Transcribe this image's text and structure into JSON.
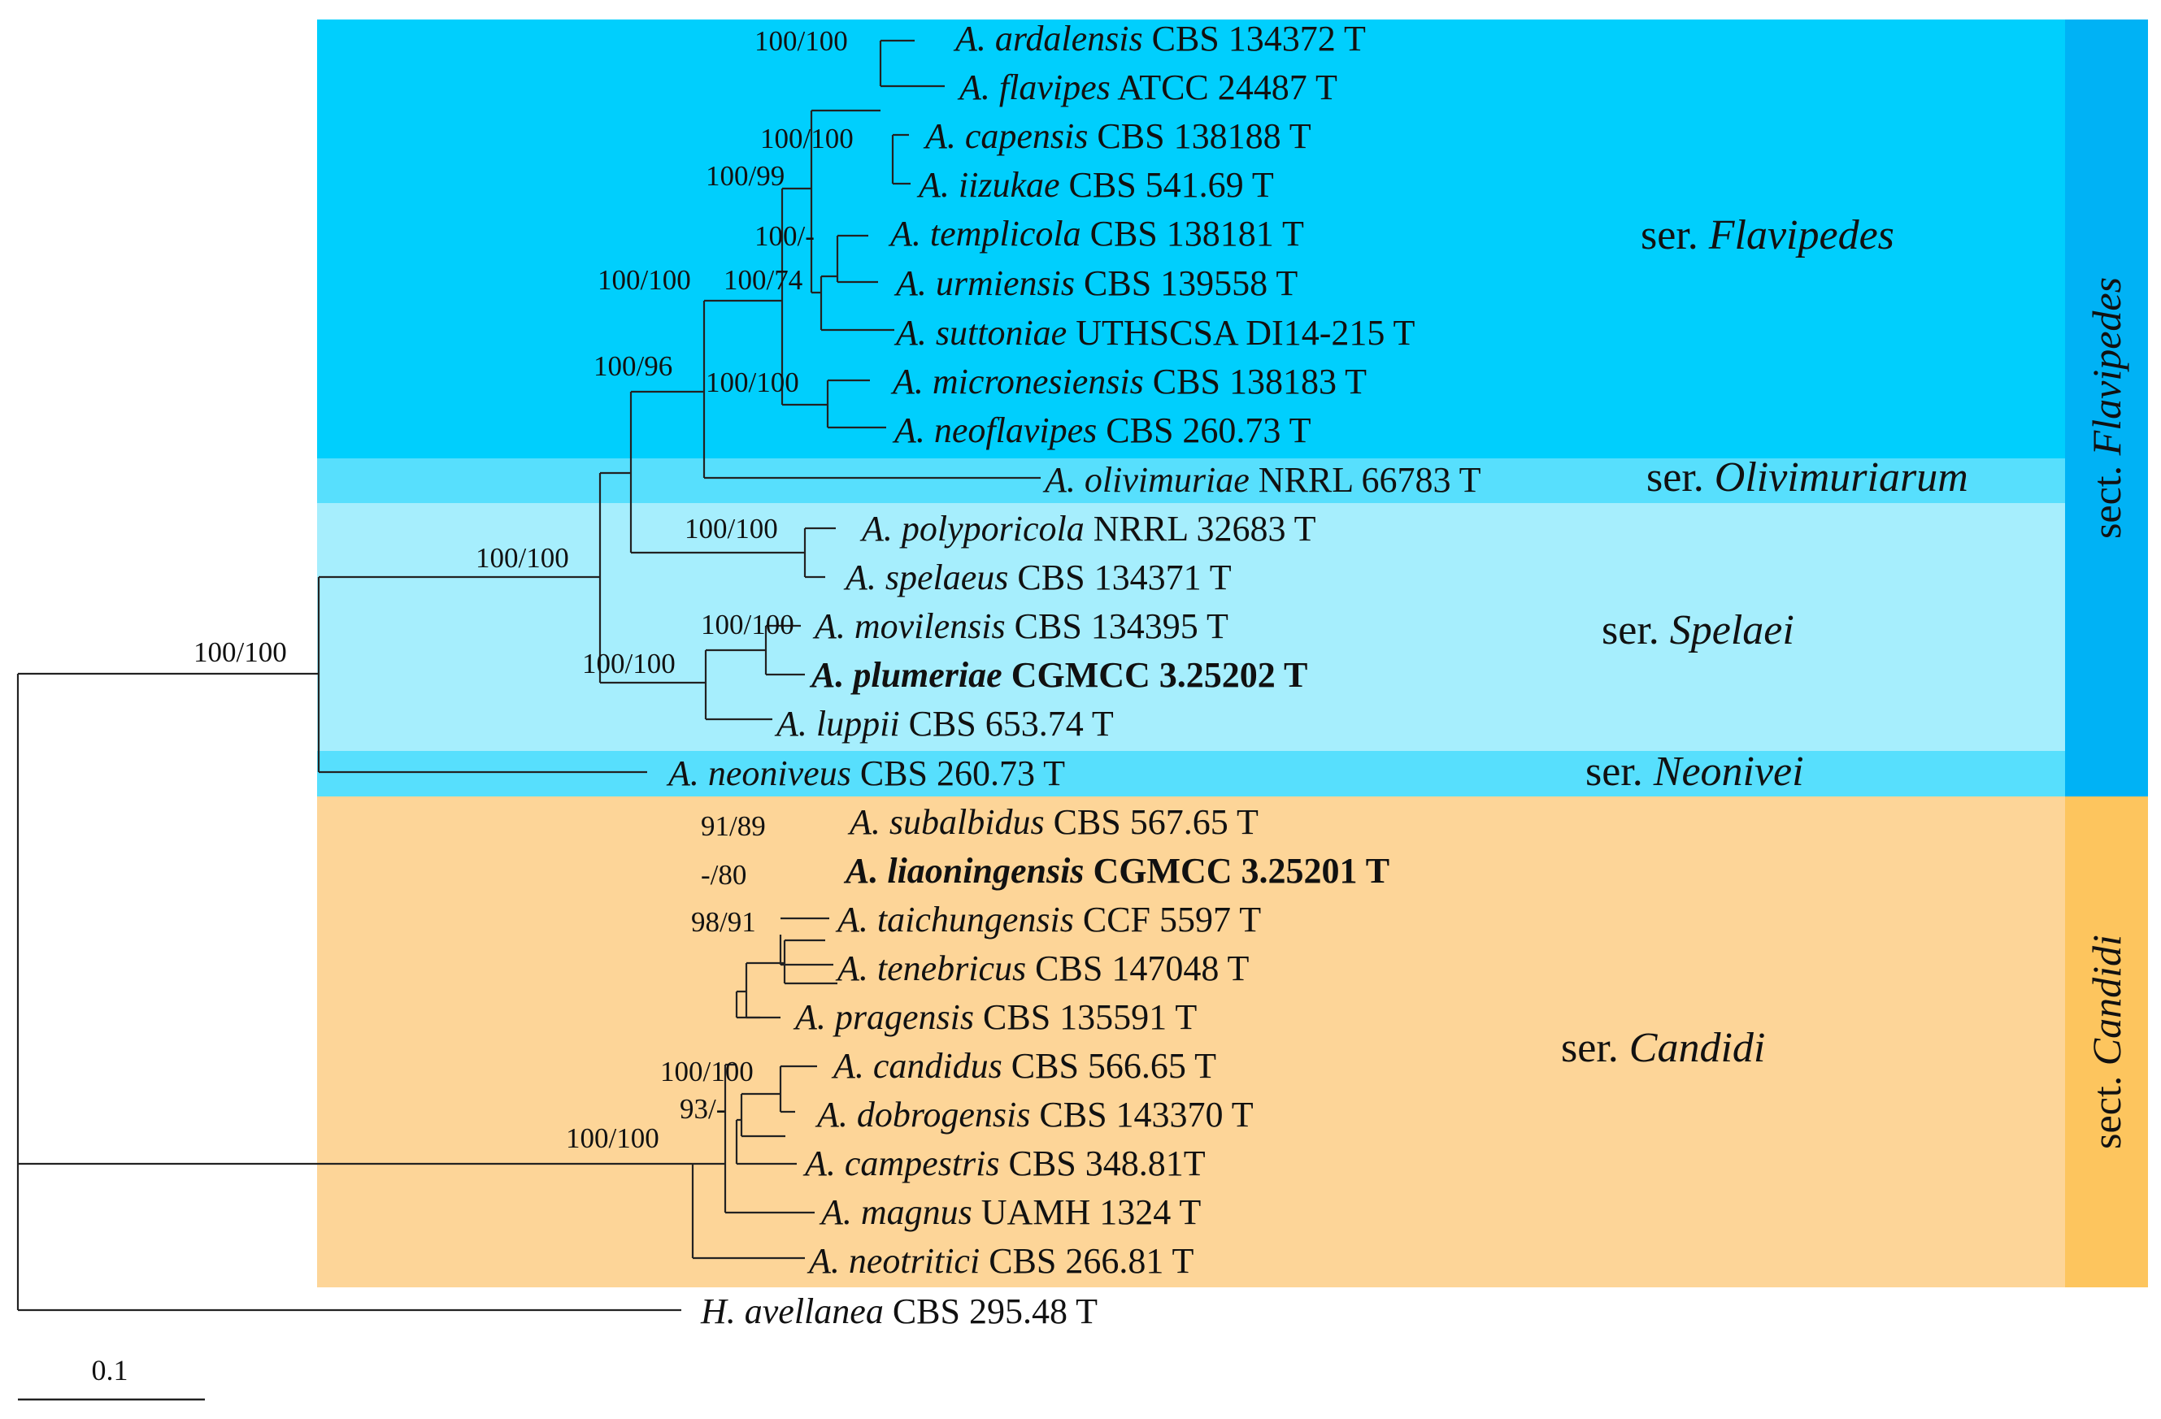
{
  "colors": {
    "flavipedes_series": "#00cffd",
    "olivimuriarum_series": "#57dffd",
    "spelaei_series": "#a6eefd",
    "neonivei_series": "#57dffd",
    "candidi_series": "#fdd598",
    "flavipedes_section_bar": "#00b2f5",
    "candidi_section_bar": "#fdc55e",
    "branch": "#222222",
    "text": "#111111"
  },
  "series_labels": {
    "flavipedes": {
      "prefix": "ser.",
      "name": "Flavipedes"
    },
    "olivimuriarum": {
      "prefix": "ser.",
      "name": "Olivimuriarum"
    },
    "spelaei": {
      "prefix": "ser.",
      "name": "Spelaei"
    },
    "neonivei": {
      "prefix": "ser.",
      "name": "Neonivei"
    },
    "candidi": {
      "prefix": "ser.",
      "name": "Candidi"
    }
  },
  "section_labels": {
    "flavipedes": {
      "prefix": "sect.",
      "name": "Flavipedes"
    },
    "candidi": {
      "prefix": "sect.",
      "name": "Candidi"
    }
  },
  "taxa": [
    {
      "genus": "A.",
      "species": "ardalensis",
      "strain": "CBS 134372 T",
      "bold": false
    },
    {
      "genus": "A.",
      "species": "flavipes",
      "strain": "ATCC 24487 T",
      "bold": false
    },
    {
      "genus": "A.",
      "species": "capensis",
      "strain": "CBS 138188 T",
      "bold": false
    },
    {
      "genus": "A.",
      "species": "iizukae",
      "strain": "CBS 541.69 T",
      "bold": false
    },
    {
      "genus": "A.",
      "species": "templicola",
      "strain": "CBS 138181 T",
      "bold": false
    },
    {
      "genus": "A.",
      "species": "urmiensis",
      "strain": "CBS 139558 T",
      "bold": false
    },
    {
      "genus": "A.",
      "species": "suttoniae",
      "strain": "UTHSCSA DI14-215 T",
      "bold": false
    },
    {
      "genus": "A.",
      "species": "micronesiensis",
      "strain": "CBS 138183 T",
      "bold": false
    },
    {
      "genus": "A.",
      "species": "neoflavipes",
      "strain": "CBS 260.73 T",
      "bold": false
    },
    {
      "genus": "A.",
      "species": "olivimuriae",
      "strain": "NRRL 66783 T",
      "bold": false
    },
    {
      "genus": "A.",
      "species": "polyporicola",
      "strain": "NRRL 32683 T",
      "bold": false
    },
    {
      "genus": "A.",
      "species": "spelaeus",
      "strain": "CBS 134371 T",
      "bold": false
    },
    {
      "genus": "A.",
      "species": "movilensis",
      "strain": "CBS 134395 T",
      "bold": false
    },
    {
      "genus": "A.",
      "species": "plumeriae",
      "strain": "CGMCC 3.25202 T",
      "bold": true
    },
    {
      "genus": "A.",
      "species": "luppii",
      "strain": "CBS 653.74 T",
      "bold": false
    },
    {
      "genus": "A.",
      "species": "neoniveus",
      "strain": "CBS 260.73 T",
      "bold": false
    },
    {
      "genus": "A.",
      "species": "subalbidus",
      "strain": "CBS 567.65 T",
      "bold": false
    },
    {
      "genus": "A.",
      "species": "liaoningensis",
      "strain": "CGMCC 3.25201 T",
      "bold": true
    },
    {
      "genus": "A.",
      "species": "taichungensis",
      "strain": "CCF 5597 T",
      "bold": false
    },
    {
      "genus": "A.",
      "species": "tenebricus",
      "strain": "CBS 147048 T",
      "bold": false
    },
    {
      "genus": "A.",
      "species": "pragensis",
      "strain": "CBS 135591 T",
      "bold": false
    },
    {
      "genus": "A.",
      "species": "candidus",
      "strain": "CBS 566.65 T",
      "bold": false
    },
    {
      "genus": "A.",
      "species": "dobrogensis",
      "strain": "CBS 143370 T",
      "bold": false
    },
    {
      "genus": "A.",
      "species": "campestris",
      "strain": "CBS 348.81T",
      "bold": false
    },
    {
      "genus": "A.",
      "species": "magnus",
      "strain": "UAMH 1324 T",
      "bold": false
    },
    {
      "genus": "A.",
      "species": "neotritici",
      "strain": "CBS 266.81 T",
      "bold": false
    },
    {
      "genus": "H.",
      "species": "avellanea",
      "strain": "CBS 295.48 T",
      "bold": false
    }
  ],
  "support_values": [
    "100/100",
    "100/100",
    "100/99",
    "100/-",
    "100/74",
    "100/100",
    "100/96",
    "100/100",
    "100/100",
    "100/100",
    "100/100",
    "100/100",
    "100/100",
    "91/89",
    "-/80",
    "98/91",
    "100/100",
    "93/-",
    "100/100"
  ],
  "scale_bar": {
    "label": "0.1"
  }
}
